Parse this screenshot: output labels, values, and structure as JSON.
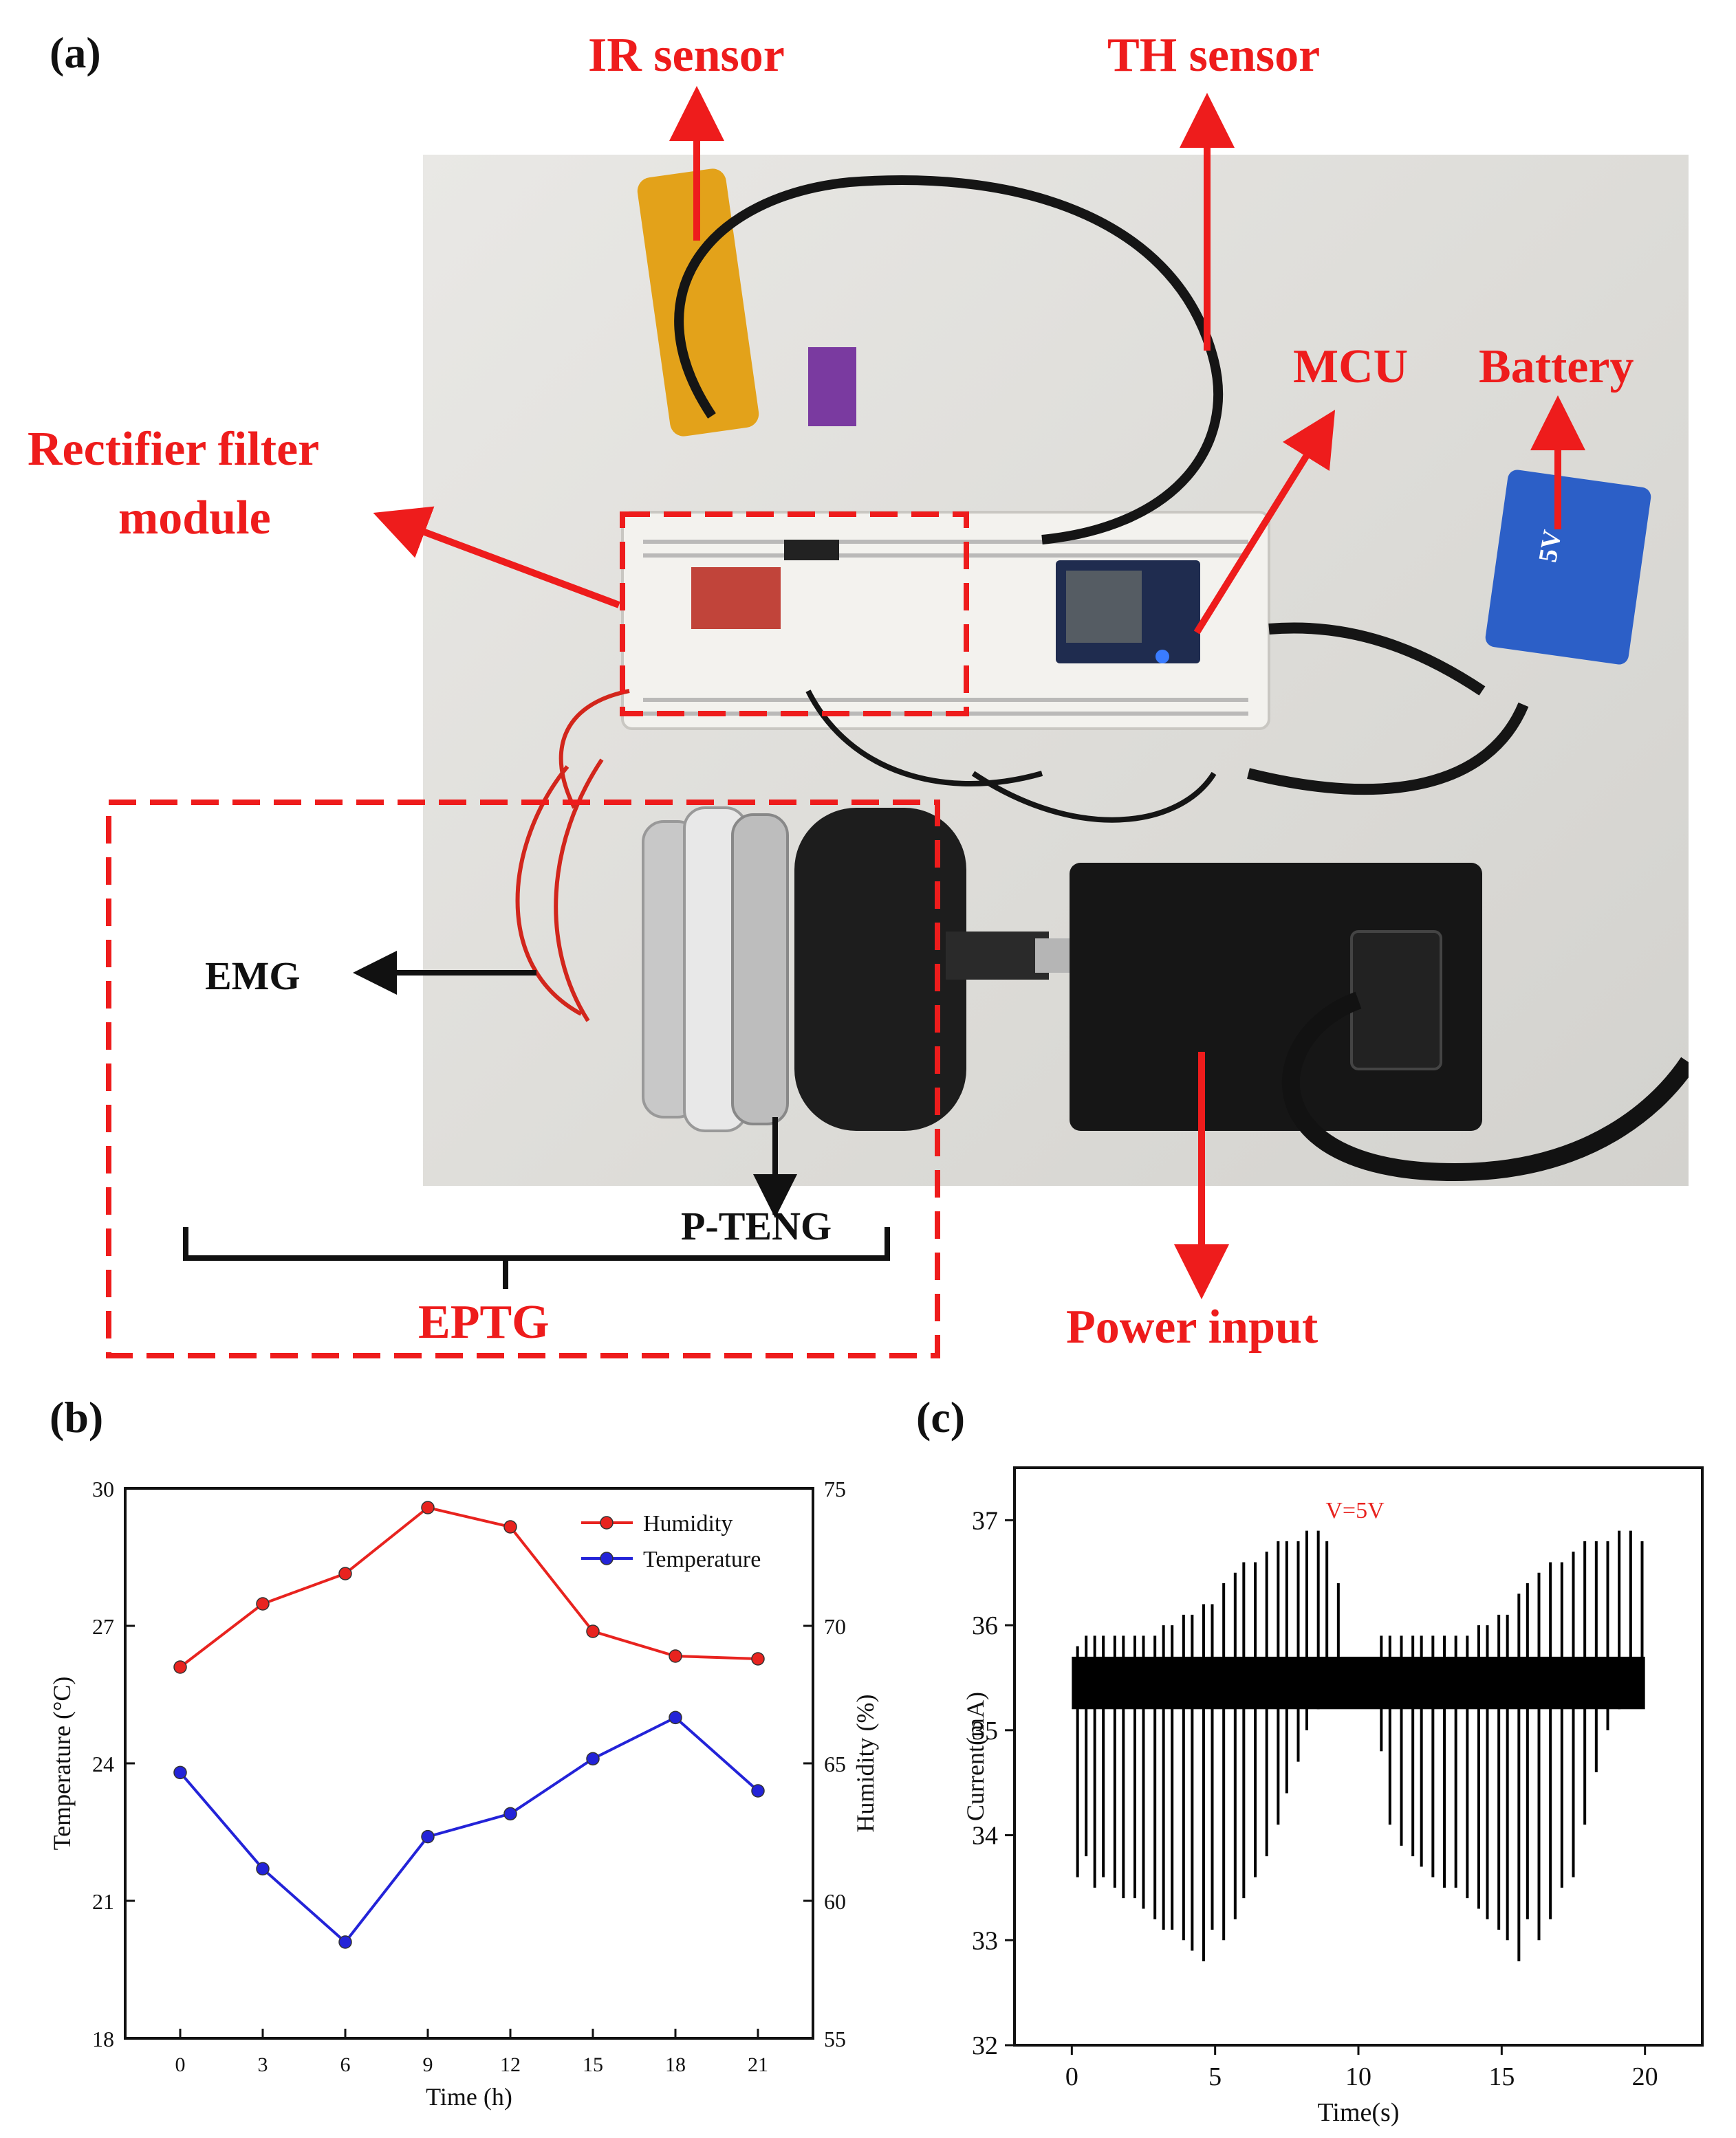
{
  "panel_a": {
    "letter": "(a)",
    "labels": {
      "ir_sensor": "IR sensor",
      "th_sensor": "TH sensor",
      "mcu": "MCU",
      "battery": "Battery",
      "rectifier_line1": "Rectifier filter",
      "rectifier_line2": "module",
      "emg": "EMG",
      "pteng": "P-TENG",
      "eptg": "EPTG",
      "power_input": "Power input",
      "battery_marking": "5V"
    },
    "colors": {
      "callout": "#ee1c1c",
      "arrow_black": "#111111",
      "battery_blue": "#2c5fc7"
    }
  },
  "panel_b": {
    "letter": "(b)"
  },
  "panel_c": {
    "letter": "(c)"
  },
  "chart_data": [
    {
      "id": "b",
      "type": "line",
      "xlabel": "Time (h)",
      "ylabel_left": "Temperature (°C)",
      "ylabel_right": "Humidity (%)",
      "x": [
        0,
        3,
        6,
        9,
        12,
        15,
        18,
        21
      ],
      "xlim": [
        -2,
        23
      ],
      "xticks": [
        0,
        3,
        6,
        9,
        12,
        15,
        18,
        21
      ],
      "ylim_left": [
        18,
        30
      ],
      "yticks_left": [
        18,
        21,
        24,
        27,
        30
      ],
      "ylim_right": [
        55,
        75
      ],
      "yticks_right": [
        55,
        60,
        65,
        70,
        75
      ],
      "legend_position": "top-right",
      "series": [
        {
          "name": "Humidity",
          "axis": "right",
          "color": "#e8231f",
          "values": [
            68.5,
            70.8,
            71.9,
            74.3,
            73.6,
            69.8,
            68.9,
            68.8
          ]
        },
        {
          "name": "Temperature",
          "axis": "left",
          "color": "#2323d8",
          "values": [
            23.8,
            21.7,
            20.1,
            22.4,
            22.9,
            24.1,
            25.0,
            23.4
          ]
        }
      ]
    },
    {
      "id": "c",
      "type": "line",
      "xlabel": "Time(s)",
      "ylabel": "Current(mA)",
      "annotation": "V=5V",
      "annotation_color": "#e8231f",
      "xlim": [
        -2,
        22
      ],
      "xticks": [
        0,
        5,
        10,
        15,
        20
      ],
      "ylim": [
        32,
        37.5
      ],
      "yticks": [
        32,
        33,
        34,
        35,
        36,
        37
      ],
      "baseline_band": [
        35.2,
        35.7
      ],
      "pulse_times": [
        0.2,
        0.5,
        0.8,
        1.1,
        1.5,
        1.8,
        2.2,
        2.5,
        2.9,
        3.2,
        3.5,
        3.9,
        4.2,
        4.6,
        4.9,
        5.3,
        5.7,
        6.0,
        6.4,
        6.8,
        7.2,
        7.5,
        7.9,
        8.2,
        8.6,
        8.9,
        9.3,
        10.8,
        11.1,
        11.5,
        11.9,
        12.2,
        12.6,
        13.0,
        13.4,
        13.8,
        14.2,
        14.5,
        14.9,
        15.2,
        15.6,
        15.9,
        16.3,
        16.7,
        17.1,
        17.5,
        17.9,
        18.3,
        18.7,
        19.1,
        19.5,
        19.9
      ],
      "pulse_max": [
        35.8,
        35.9,
        35.9,
        35.9,
        35.9,
        35.9,
        35.9,
        35.9,
        35.9,
        36.0,
        36.0,
        36.1,
        36.1,
        36.2,
        36.2,
        36.4,
        36.5,
        36.6,
        36.6,
        36.7,
        36.8,
        36.8,
        36.8,
        36.9,
        36.9,
        36.8,
        36.4,
        35.9,
        35.9,
        35.9,
        35.9,
        35.9,
        35.9,
        35.9,
        35.9,
        35.9,
        36.0,
        36.0,
        36.1,
        36.1,
        36.3,
        36.4,
        36.5,
        36.6,
        36.6,
        36.7,
        36.8,
        36.8,
        36.8,
        36.9,
        36.9,
        36.8
      ],
      "pulse_min": [
        33.6,
        33.8,
        33.5,
        33.6,
        33.5,
        33.4,
        33.4,
        33.3,
        33.2,
        33.1,
        33.1,
        33.0,
        32.9,
        32.8,
        33.1,
        33.0,
        33.2,
        33.4,
        33.6,
        33.8,
        34.1,
        34.4,
        34.7,
        35.0,
        35.2,
        35.3,
        35.3,
        34.8,
        34.1,
        33.9,
        33.8,
        33.7,
        33.6,
        33.5,
        33.5,
        33.4,
        33.3,
        33.2,
        33.1,
        33.0,
        32.8,
        33.2,
        33.0,
        33.2,
        33.5,
        33.6,
        34.1,
        34.6,
        35.0,
        35.2,
        35.3,
        35.3
      ]
    }
  ]
}
